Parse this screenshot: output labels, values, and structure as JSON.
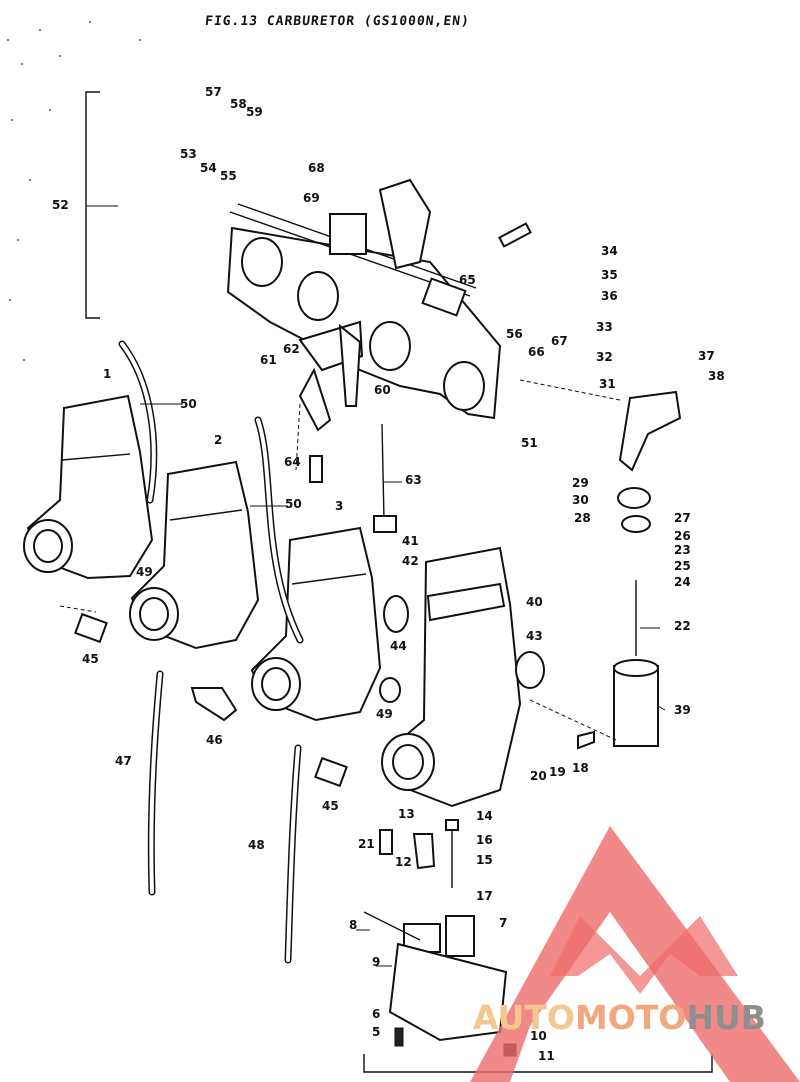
{
  "figure": {
    "title": "FIG.13  CARBURETOR (GS1000N,EN)"
  },
  "parts": [
    {
      "ref": "1"
    },
    {
      "ref": "2"
    },
    {
      "ref": "3"
    },
    {
      "ref": "5"
    },
    {
      "ref": "6"
    },
    {
      "ref": "7"
    },
    {
      "ref": "8"
    },
    {
      "ref": "9"
    },
    {
      "ref": "10"
    },
    {
      "ref": "11"
    },
    {
      "ref": "12"
    },
    {
      "ref": "13"
    },
    {
      "ref": "14"
    },
    {
      "ref": "15"
    },
    {
      "ref": "16"
    },
    {
      "ref": "17"
    },
    {
      "ref": "18"
    },
    {
      "ref": "19"
    },
    {
      "ref": "20"
    },
    {
      "ref": "21"
    },
    {
      "ref": "22"
    },
    {
      "ref": "23"
    },
    {
      "ref": "24"
    },
    {
      "ref": "25"
    },
    {
      "ref": "26"
    },
    {
      "ref": "27"
    },
    {
      "ref": "28"
    },
    {
      "ref": "29"
    },
    {
      "ref": "30"
    },
    {
      "ref": "31"
    },
    {
      "ref": "32"
    },
    {
      "ref": "33"
    },
    {
      "ref": "34"
    },
    {
      "ref": "35"
    },
    {
      "ref": "36"
    },
    {
      "ref": "37"
    },
    {
      "ref": "38"
    },
    {
      "ref": "39"
    },
    {
      "ref": "40"
    },
    {
      "ref": "41"
    },
    {
      "ref": "42"
    },
    {
      "ref": "43"
    },
    {
      "ref": "44"
    },
    {
      "ref": "45"
    },
    {
      "ref": "45"
    },
    {
      "ref": "46"
    },
    {
      "ref": "47"
    },
    {
      "ref": "48"
    },
    {
      "ref": "49"
    },
    {
      "ref": "49"
    },
    {
      "ref": "50"
    },
    {
      "ref": "50"
    },
    {
      "ref": "51"
    },
    {
      "ref": "52"
    },
    {
      "ref": "53"
    },
    {
      "ref": "54"
    },
    {
      "ref": "55"
    },
    {
      "ref": "56"
    },
    {
      "ref": "57"
    },
    {
      "ref": "58"
    },
    {
      "ref": "59"
    },
    {
      "ref": "60"
    },
    {
      "ref": "61"
    },
    {
      "ref": "62"
    },
    {
      "ref": "63"
    },
    {
      "ref": "64"
    },
    {
      "ref": "65"
    },
    {
      "ref": "66"
    },
    {
      "ref": "67"
    },
    {
      "ref": "68"
    },
    {
      "ref": "69"
    }
  ],
  "watermark": {
    "prefix": "AUTO",
    "middle": "MOTO",
    "suffix": "HUB",
    "colors": {
      "auto": "#f3c78e",
      "moto": "#f0a87c",
      "hub": "#8f8f8f",
      "logo": "#ee6b6b"
    }
  }
}
